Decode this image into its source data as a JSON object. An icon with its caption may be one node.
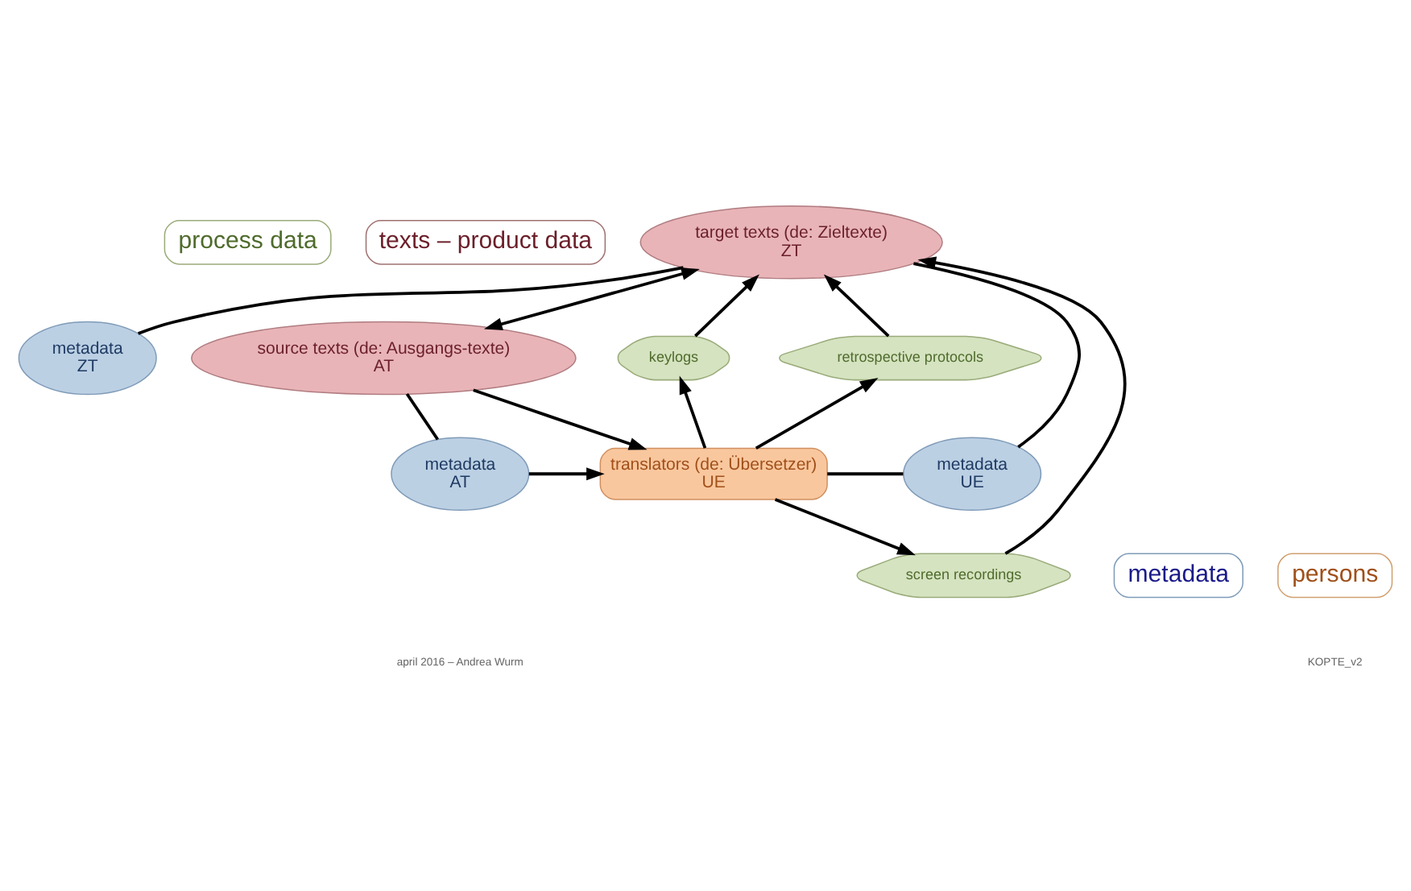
{
  "diagram": {
    "nodes": [
      {
        "text": [
          "process data"
        ]
      },
      {
        "text": [
          "texts – product data"
        ]
      },
      {
        "text": [
          "target texts (de: Zieltexte)",
          "ZT"
        ]
      },
      {
        "text": [
          "metadata",
          "ZT"
        ]
      },
      {
        "text": [
          "source texts (de: Ausgangs-texte)",
          "AT"
        ]
      },
      {
        "text": [
          "keylogs"
        ]
      },
      {
        "text": [
          "retrospective protocols"
        ]
      },
      {
        "text": [
          "metadata"
        ]
      },
      {
        "text": [
          "screen recordings"
        ]
      },
      {
        "text": [
          "metadata",
          "UE"
        ]
      },
      {
        "text": [
          "metadata",
          "AT"
        ]
      },
      {
        "text": [
          "translators (de: Übersetzer)",
          "UE"
        ]
      },
      {
        "text": [
          "persons"
        ]
      }
    ],
    "edges": [
      {
        "from": 4,
        "to": 2,
        "arrow": "both"
      },
      {
        "from": 5,
        "to": 2,
        "arrow": "to"
      },
      {
        "from": 11,
        "to": 5,
        "arrow": "to"
      },
      {
        "from": 8,
        "to": 2,
        "arrow": "to"
      },
      {
        "from": 11,
        "to": 8,
        "arrow": "to"
      },
      {
        "from": 6,
        "to": 2,
        "arrow": "to"
      },
      {
        "from": 11,
        "to": 6,
        "arrow": "to"
      },
      {
        "from": 4,
        "to": 11,
        "arrow": "to"
      },
      {
        "from": 10,
        "to": 11,
        "arrow": "to"
      },
      {
        "from": 4,
        "to": 10,
        "arrow": "none"
      },
      {
        "from": 2,
        "to": 3,
        "arrow": "none"
      },
      {
        "from": 2,
        "to": 9,
        "arrow": "none"
      },
      {
        "from": 11,
        "to": 9,
        "arrow": "none"
      }
    ],
    "labels": [
      "april 2016 – Andrea Wurm",
      "KOPTE_v2"
    ]
  }
}
